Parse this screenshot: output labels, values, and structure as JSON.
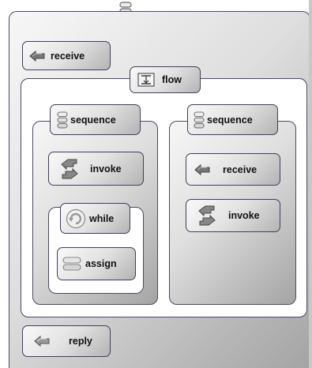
{
  "process": {
    "icon": "sequence-icon",
    "activities": {
      "receive": {
        "label": "receive",
        "icon": "receive-icon"
      },
      "flow": {
        "label": "flow",
        "icon": "flow-icon",
        "branches": [
          {
            "label": "sequence",
            "icon": "sequence-icon",
            "invoke": {
              "label": "invoke",
              "icon": "invoke-icon"
            },
            "while": {
              "label": "while",
              "icon": "while-icon",
              "assign": {
                "label": "assign",
                "icon": "assign-icon"
              }
            }
          },
          {
            "label": "sequence",
            "icon": "sequence-icon",
            "receive": {
              "label": "receive",
              "icon": "receive-icon"
            },
            "invoke": {
              "label": "invoke",
              "icon": "invoke-icon"
            }
          }
        ]
      },
      "reply": {
        "label": "reply",
        "icon": "reply-icon"
      }
    }
  },
  "colors": {
    "border": "#4a4a66",
    "gradient_light": "#f7f7f7",
    "gradient_dark": "#a4a4a4",
    "canvas": "#ffffff"
  }
}
